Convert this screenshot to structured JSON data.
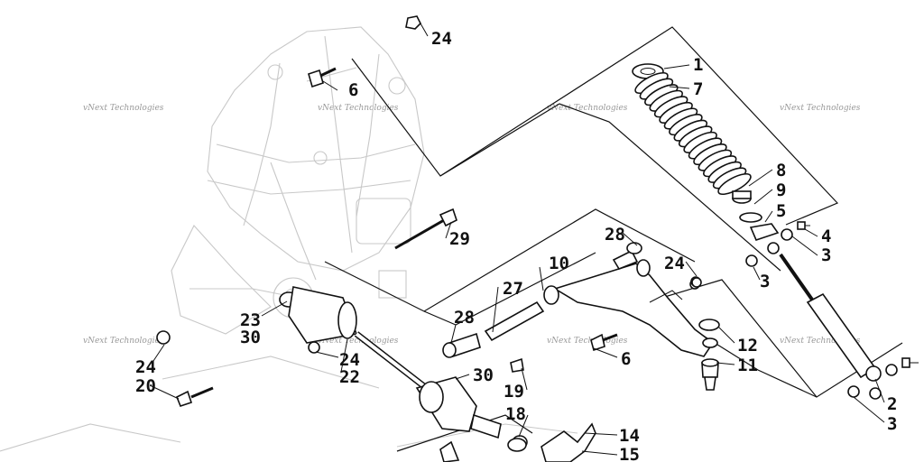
{
  "callouts": [
    {
      "id": "c24a",
      "text": "24"
    },
    {
      "id": "c6a",
      "text": "6"
    },
    {
      "id": "c1",
      "text": "1"
    },
    {
      "id": "c7",
      "text": "7"
    },
    {
      "id": "c8",
      "text": "8"
    },
    {
      "id": "c9",
      "text": "9"
    },
    {
      "id": "c5",
      "text": "5"
    },
    {
      "id": "c4",
      "text": "4"
    },
    {
      "id": "c3a",
      "text": "3"
    },
    {
      "id": "c3b",
      "text": "3"
    },
    {
      "id": "c29",
      "text": "29"
    },
    {
      "id": "c28a",
      "text": "28"
    },
    {
      "id": "c10",
      "text": "10"
    },
    {
      "id": "c24b",
      "text": "24"
    },
    {
      "id": "c27",
      "text": "27"
    },
    {
      "id": "c28b",
      "text": "28"
    },
    {
      "id": "c23",
      "text": "23"
    },
    {
      "id": "c30a",
      "text": "30"
    },
    {
      "id": "c24c",
      "text": "24"
    },
    {
      "id": "c24d",
      "text": "24"
    },
    {
      "id": "c22",
      "text": "22"
    },
    {
      "id": "c20",
      "text": "20"
    },
    {
      "id": "c30b",
      "text": "30"
    },
    {
      "id": "c19",
      "text": "19"
    },
    {
      "id": "c18",
      "text": "18"
    },
    {
      "id": "c6b",
      "text": "6"
    },
    {
      "id": "c12",
      "text": "12"
    },
    {
      "id": "c11",
      "text": "11"
    },
    {
      "id": "c14",
      "text": "14"
    },
    {
      "id": "c15",
      "text": "15"
    },
    {
      "id": "c2",
      "text": "2"
    },
    {
      "id": "c3c",
      "text": "3"
    }
  ],
  "watermark": "vNext Technologies"
}
